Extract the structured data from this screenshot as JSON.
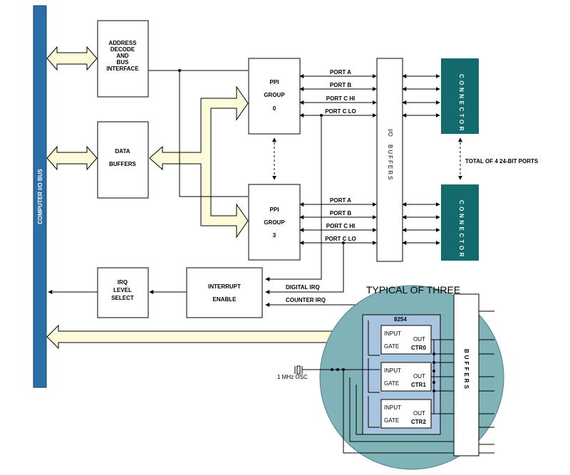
{
  "colors": {
    "bus": "#2a6fa8",
    "connector": "#136b6d",
    "fat_arrow": "#fdfbd9",
    "circle": "#7fb3b8",
    "counter_block": "#a9c4df"
  },
  "bus": {
    "label": "COMPUTER I/O BUS"
  },
  "blocks": {
    "address": [
      "ADDRESS",
      "DECODE",
      "AND",
      "BUS",
      "INTERFACE"
    ],
    "data": [
      "DATA",
      "BUFFERS"
    ],
    "ppi0": [
      "PPI",
      "GROUP",
      "0"
    ],
    "ppi3": [
      "PPI",
      "GROUP",
      "3"
    ],
    "io_buffers": "I/O BUFFERS",
    "irq": [
      "IRQ",
      "LEVEL",
      "SELECT"
    ],
    "interrupt": [
      "INTERRUPT",
      "ENABLE"
    ]
  },
  "ports_top": [
    "PORT A",
    "PORT B",
    "PORT C HI",
    "PORT C LO"
  ],
  "ports_bottom": [
    "PORT A",
    "PORT B",
    "PORT C HI",
    "PORT C LO"
  ],
  "connector_label": "CONNECTOR",
  "total_ports_label": "TOTAL OF 4 24-BIT PORTS",
  "irq_lines": {
    "digital": "DIGITAL IRQ",
    "counter": "COUNTER IRQ"
  },
  "counter_section": {
    "typical_label": "TYPICAL OF THREE",
    "chip": "8254",
    "counters": [
      {
        "input": "INPUT",
        "gate": "GATE",
        "out": "OUT",
        "name": "CTR0"
      },
      {
        "input": "INPUT",
        "gate": "GATE",
        "out": "OUT",
        "name": "CTR1"
      },
      {
        "input": "INPUT",
        "gate": "GATE",
        "out": "OUT",
        "name": "CTR2"
      }
    ],
    "buffers_label": "BUFFERS",
    "osc_label": "1 MHz OSC"
  }
}
